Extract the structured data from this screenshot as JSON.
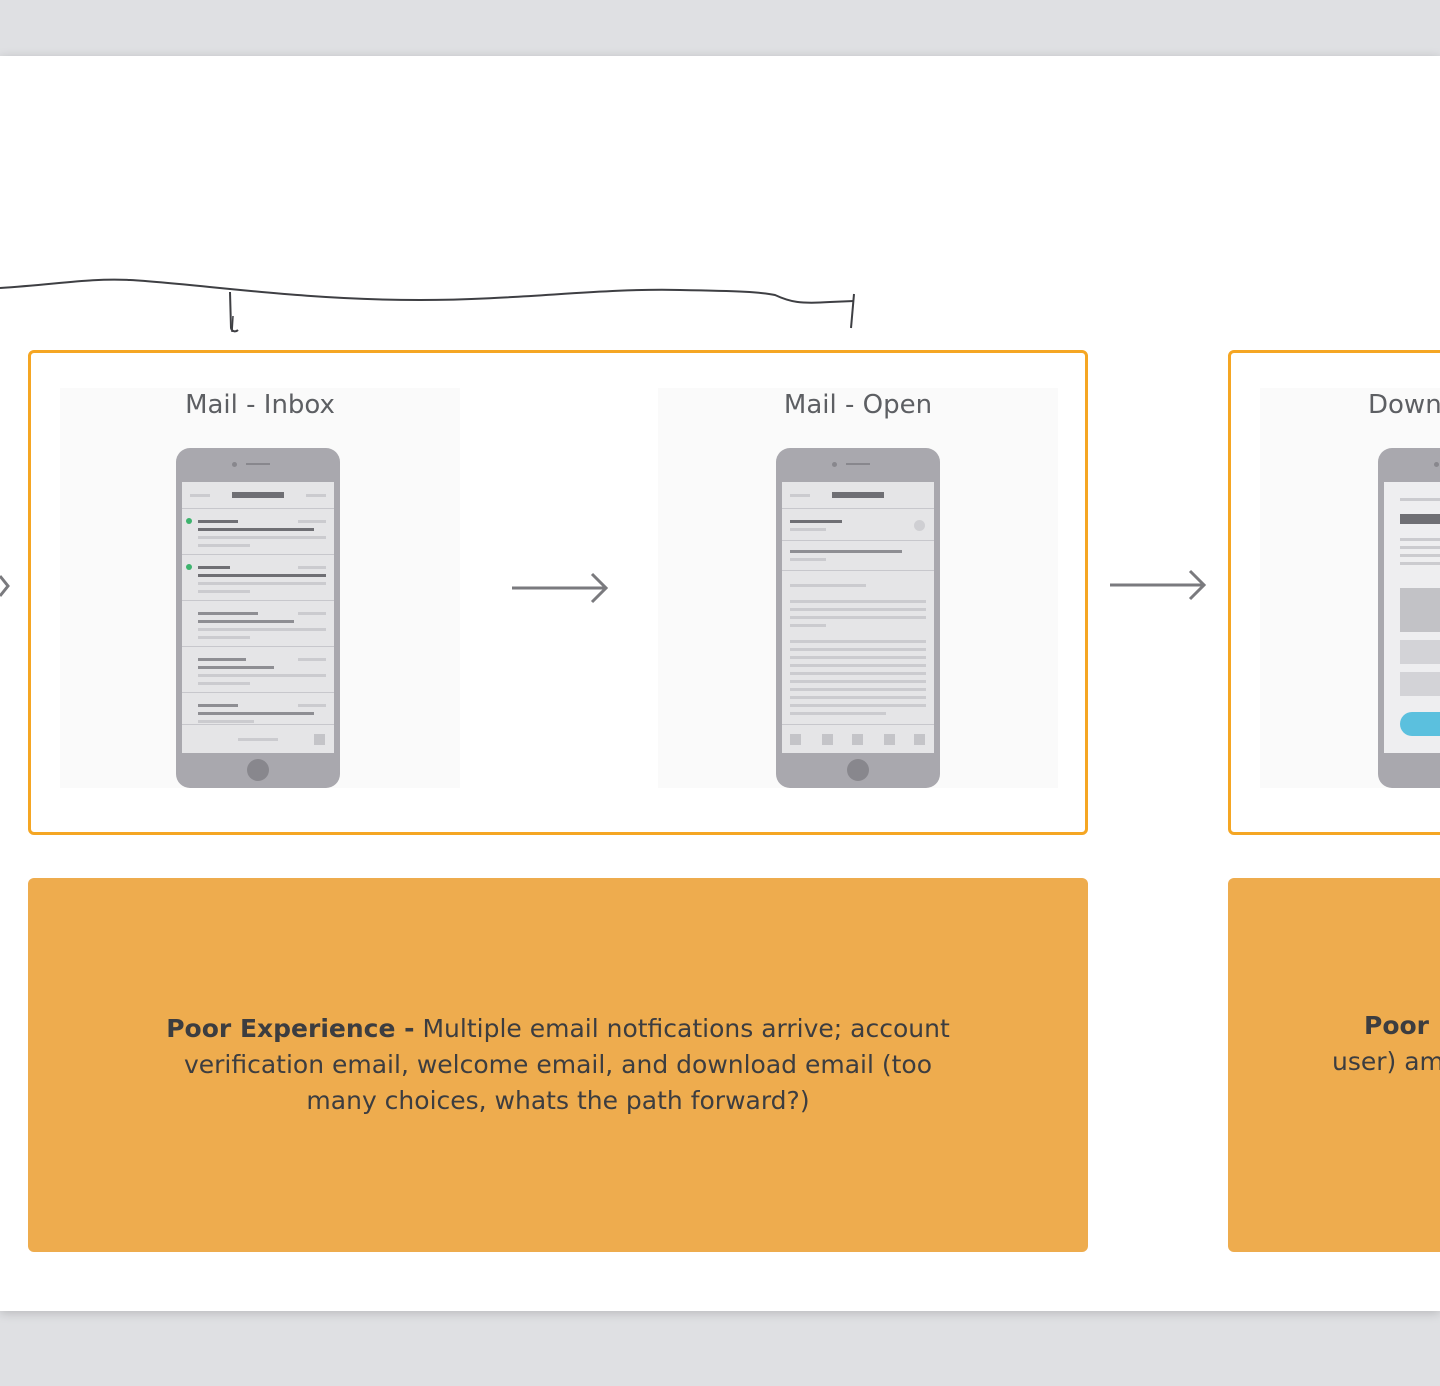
{
  "screens": [
    {
      "title": "Mail - Inbox"
    },
    {
      "title": "Mail - Open"
    },
    {
      "title": "Down"
    }
  ],
  "notes": [
    {
      "label": "Poor Experience -",
      "text": "Multiple email notfications arrive; account verification email, welcome email, and download email (too many choices, whats the path forward?)"
    },
    {
      "label": "Poor E",
      "text": "user) am"
    }
  ],
  "colors": {
    "group_border": "#f5a623",
    "note_background": "#eeac4e",
    "button_accent": "#5bc0de",
    "unread_dot": "#3db36e"
  },
  "icons": [
    "arrow-right-icon",
    "annotation-bracket"
  ]
}
